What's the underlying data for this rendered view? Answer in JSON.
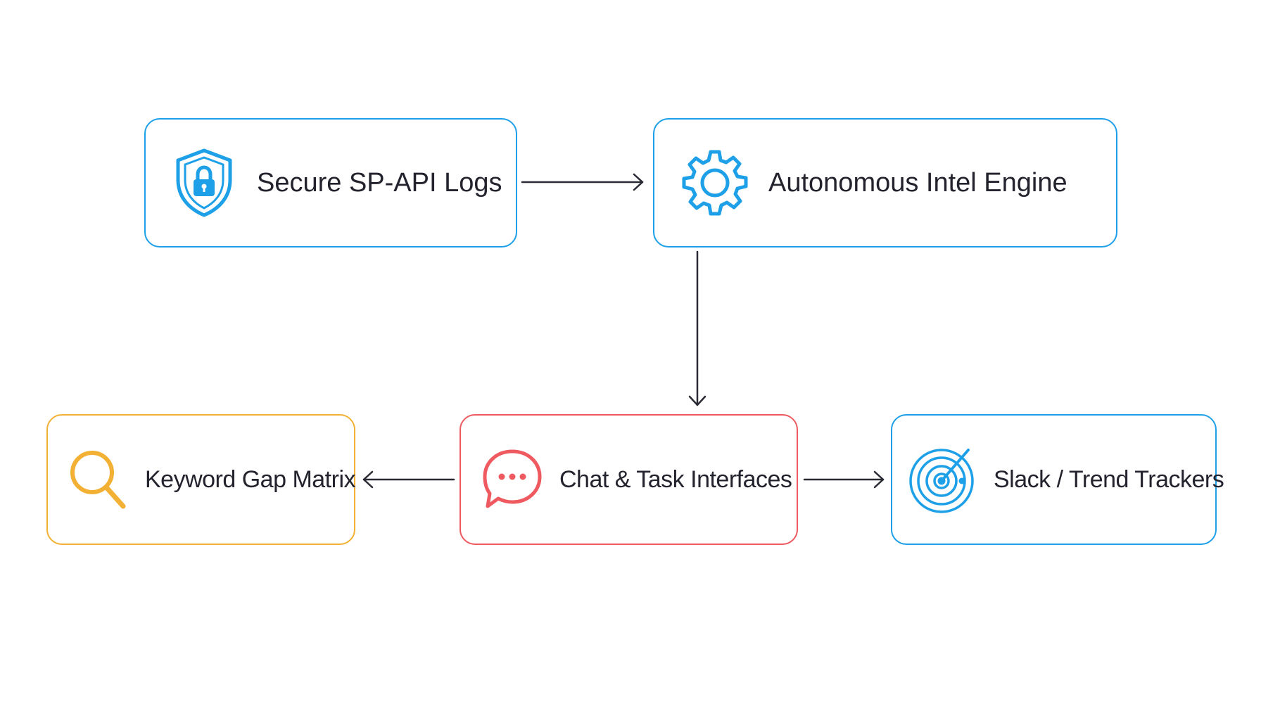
{
  "nodes": {
    "secure": {
      "label": "Secure SP-API Logs",
      "icon": "shield-lock-icon",
      "color": "#1ea0e8"
    },
    "engine": {
      "label": "Autonomous Intel Engine",
      "icon": "gear-icon",
      "color": "#1ea0e8"
    },
    "keyword": {
      "label": "Keyword Gap Matrix",
      "icon": "magnifier-icon",
      "color": "#f2b134"
    },
    "chat": {
      "label": "Chat & Task Interfaces",
      "icon": "chat-bubble-icon",
      "color": "#ee5a5f"
    },
    "slack": {
      "label": "Slack / Trend Trackers",
      "icon": "radar-target-icon",
      "color": "#1ea0e8"
    }
  },
  "edges": [
    {
      "from": "secure",
      "to": "engine"
    },
    {
      "from": "engine",
      "to": "chat"
    },
    {
      "from": "chat",
      "to": "keyword"
    },
    {
      "from": "chat",
      "to": "slack"
    }
  ],
  "line_color": "#2a2a35"
}
